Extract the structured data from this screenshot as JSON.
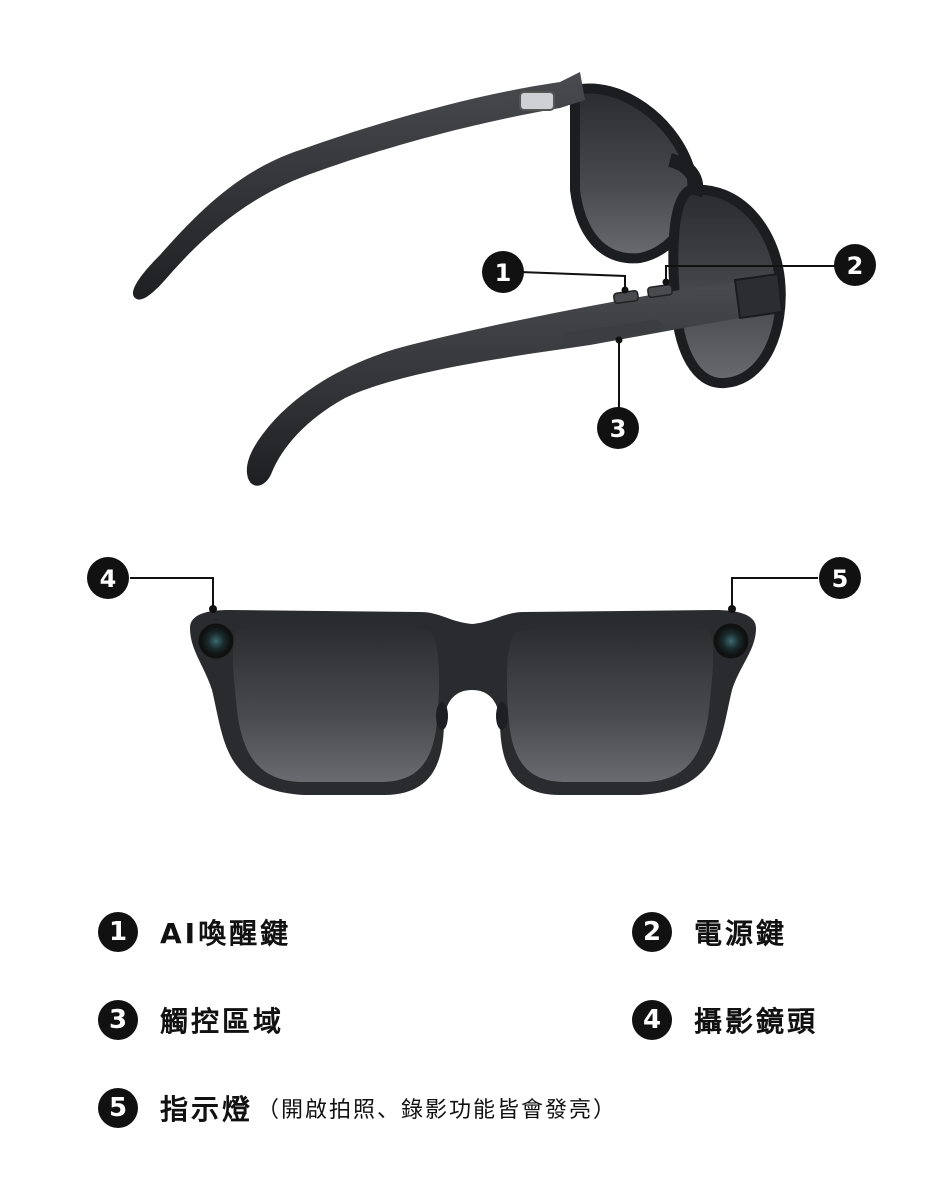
{
  "callouts": {
    "c1": "1",
    "c2": "2",
    "c3": "3",
    "c4": "4",
    "c5": "5"
  },
  "legend": [
    {
      "number": "1",
      "label": "AI喚醒鍵",
      "note": ""
    },
    {
      "number": "2",
      "label": "電源鍵",
      "note": ""
    },
    {
      "number": "3",
      "label": "觸控區域",
      "note": ""
    },
    {
      "number": "4",
      "label": "攝影鏡頭",
      "note": ""
    },
    {
      "number": "5",
      "label": "指示燈",
      "note": "（開啟拍照、錄影功能皆會發亮）"
    }
  ],
  "colors": {
    "frame": "#2a2b2e",
    "lens": "#3a3b3e",
    "callout": "#111111",
    "background": "#ffffff"
  }
}
